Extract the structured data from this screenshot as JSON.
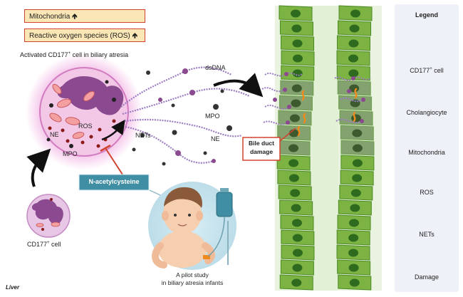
{
  "header_labels": {
    "mitochondria": "Mitochondria",
    "ros": "Reactive oxygen species (ROS)"
  },
  "cell": {
    "title": "Activated CD177",
    "title_sup": "+",
    "title_tail": " cell in biliary atresia",
    "ros": "ROS",
    "ne": "NE",
    "mpo": "MPO"
  },
  "small_cell": {
    "label": "CD177",
    "sup": "+",
    "tail": " cell"
  },
  "released": {
    "dsdna": "dsDNA",
    "nets": "NETs",
    "mpo": "MPO",
    "ne": "NE"
  },
  "drug": {
    "label": "N-acetylcysteine"
  },
  "bile_duct": {
    "line1": "Bile duct",
    "line2": "damage"
  },
  "infant": {
    "line1": "A pilot study",
    "line2": "in biliary atresia infants"
  },
  "footer": {
    "journal": "Liver"
  },
  "legend": {
    "title": "Legend",
    "items": [
      {
        "label": "CD177",
        "sup": "+",
        "tail": " cell"
      },
      {
        "label": "Cholangiocyte"
      },
      {
        "label": "Mitochondria"
      },
      {
        "label": "ROS"
      },
      {
        "label": "NETs"
      },
      {
        "label": "Damage"
      }
    ]
  },
  "colors": {
    "cell_fill": "#f2c8e6",
    "nucleus": "#8b4a8f",
    "cholangiocyte": "#7cb342",
    "cholangiocyte_nucleus": "#2e6b1e",
    "mito": "#f4a0a0",
    "ros": "#8b1a1a",
    "damage": "#f08a1d",
    "drug_box": "#3f8ea3",
    "alert_red": "#d2432f"
  }
}
